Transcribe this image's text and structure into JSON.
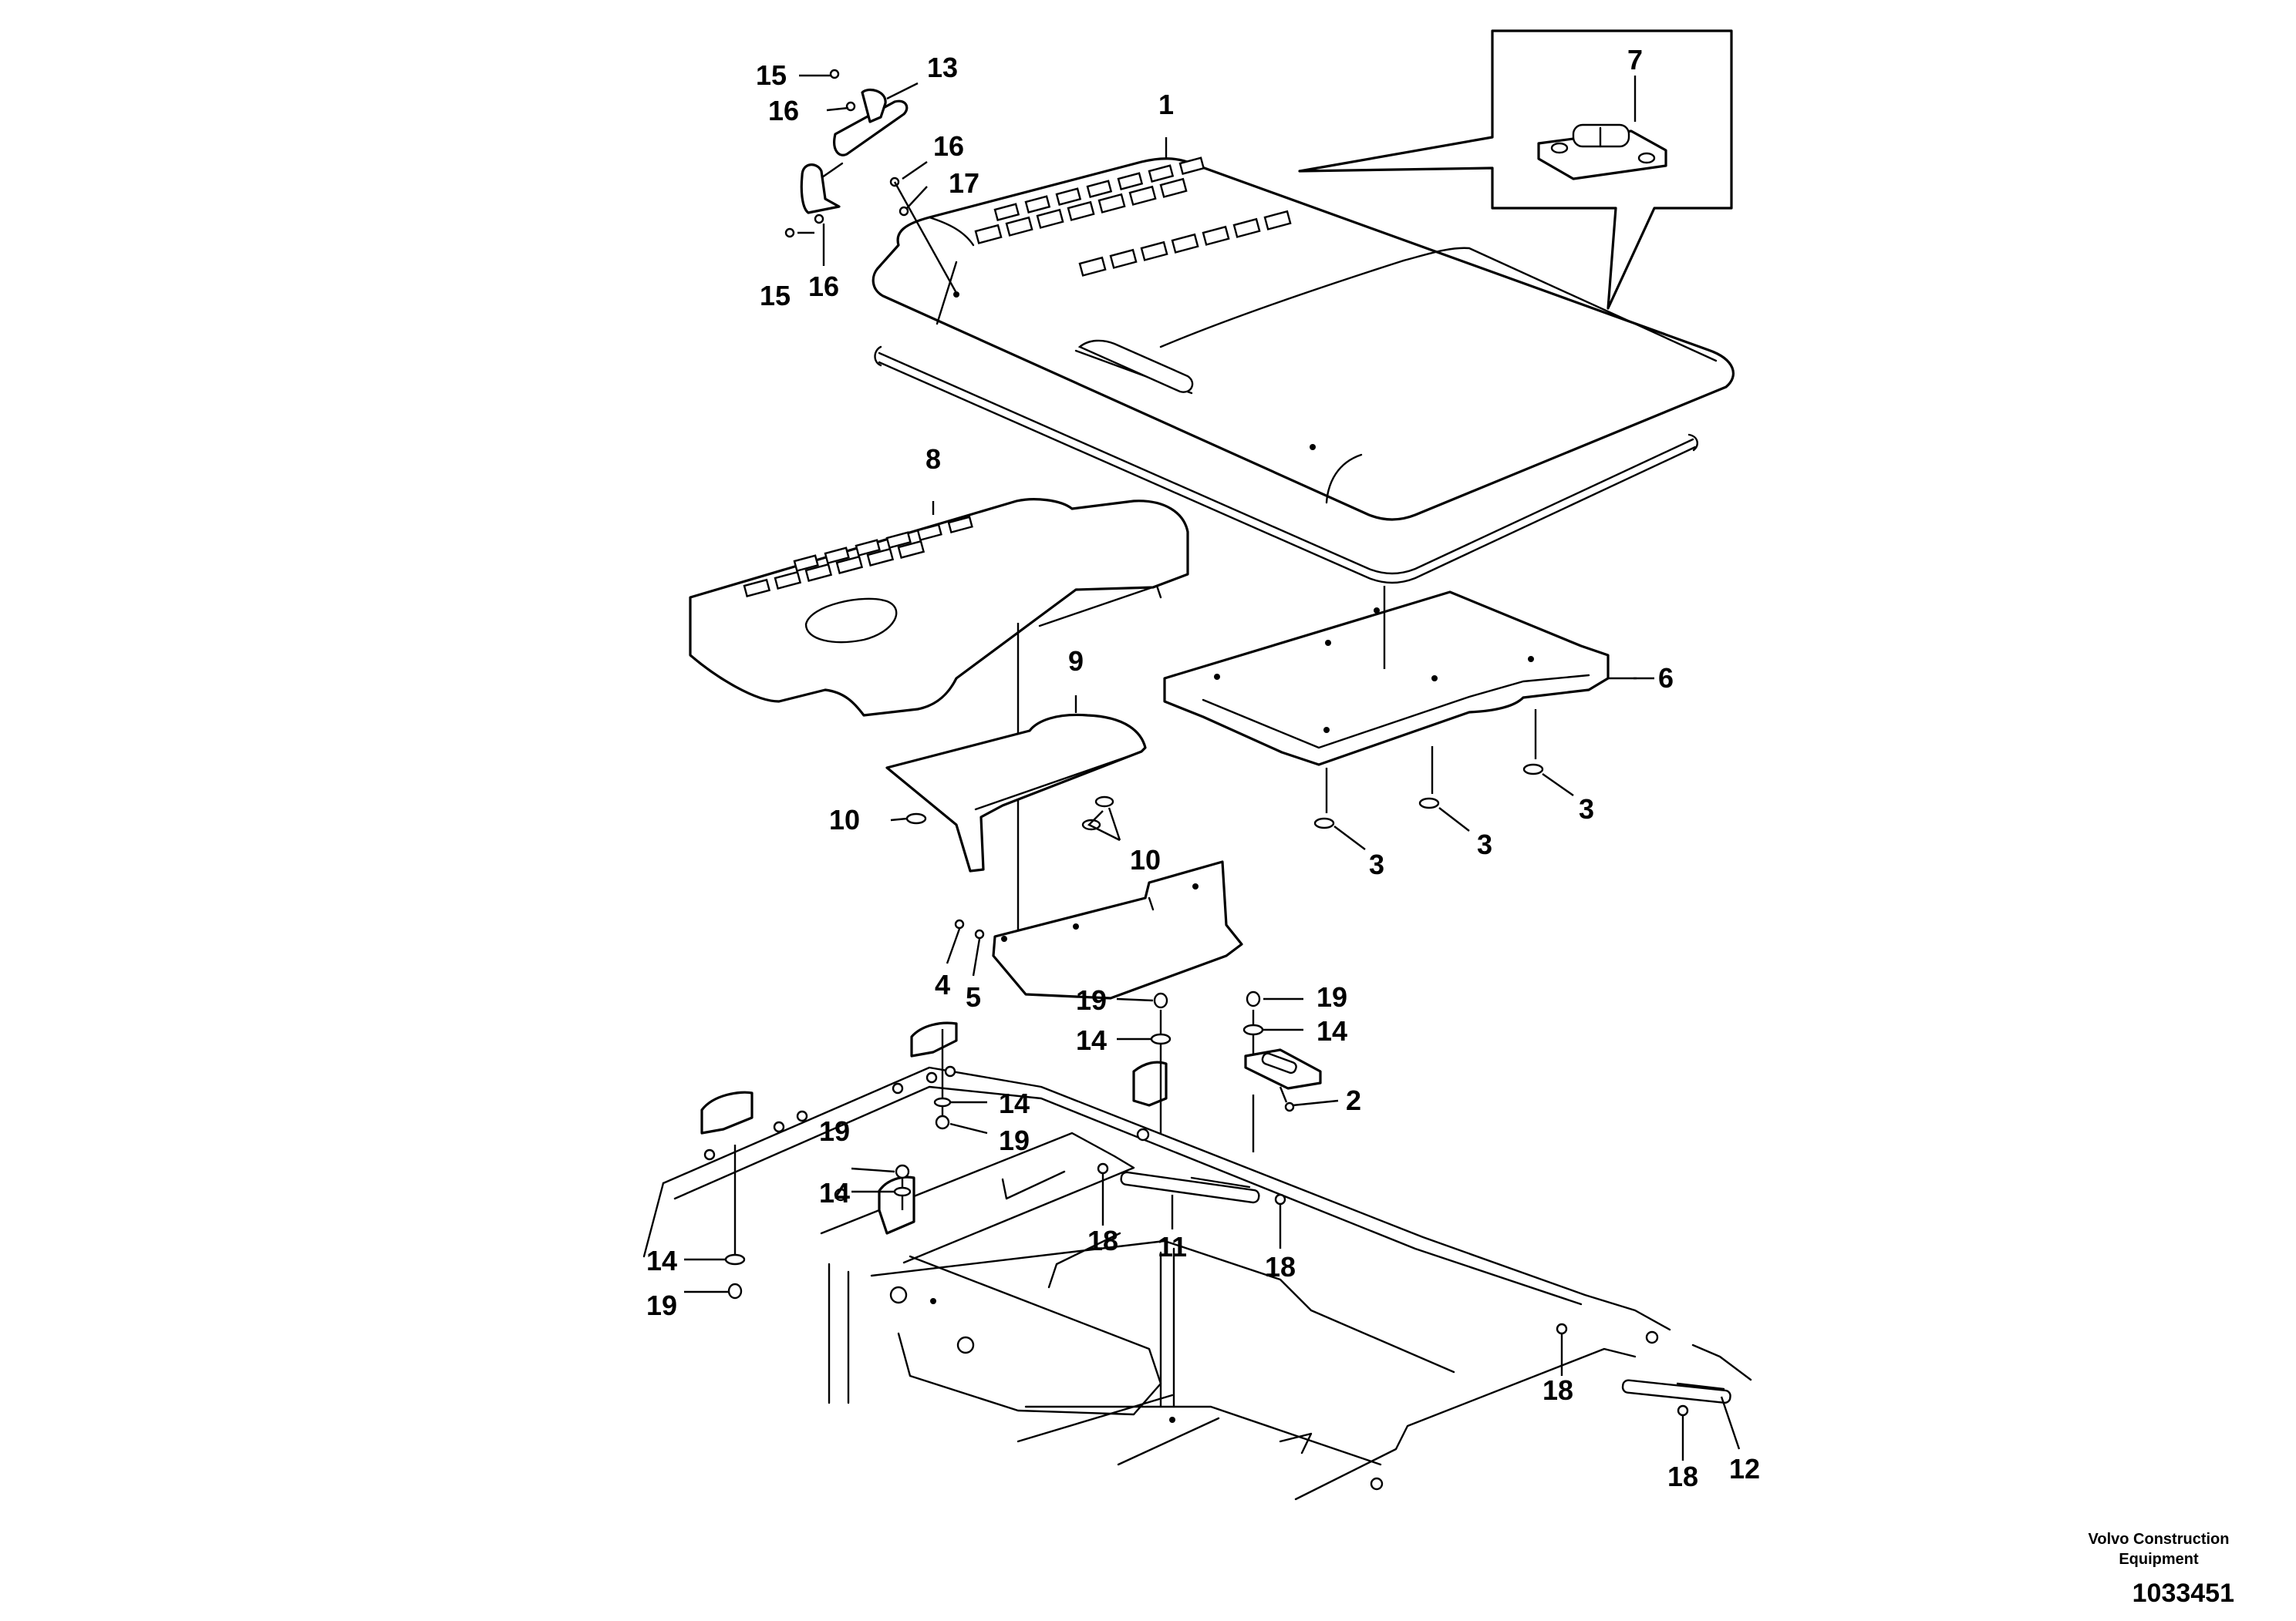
{
  "callouts": {
    "c1": "1",
    "c2": "2",
    "c3a": "3",
    "c3b": "3",
    "c3c": "3",
    "c4": "4",
    "c5": "5",
    "c6": "6",
    "c7": "7",
    "c8": "8",
    "c9": "9",
    "c10a": "10",
    "c10b": "10",
    "c11": "11",
    "c12": "12",
    "c13": "13",
    "c14a": "14",
    "c14b": "14",
    "c14c": "14",
    "c14d": "14",
    "c14e": "14",
    "c15a": "15",
    "c15b": "15",
    "c16a": "16",
    "c16b": "16",
    "c16c": "16",
    "c17": "17",
    "c18a": "18",
    "c18b": "18",
    "c18c": "18",
    "c18d": "18",
    "c19a": "19",
    "c19b": "19",
    "c19c": "19",
    "c19d": "19",
    "c19e": "19"
  },
  "footer": {
    "company": "Volvo Construction Equipment",
    "drawing_number": "1033451"
  }
}
